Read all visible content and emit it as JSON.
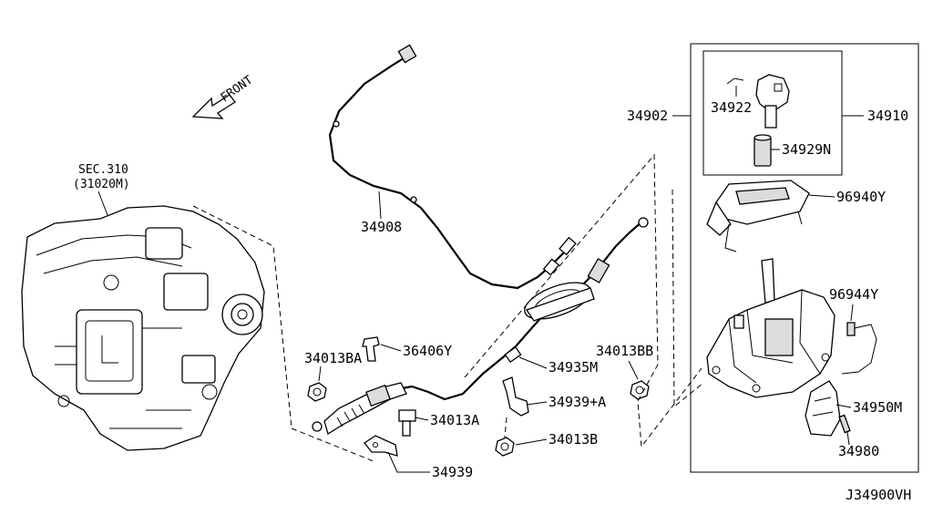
{
  "diagram": {
    "reference_code": "J34900VH",
    "front_label": "FRONT",
    "transmission": {
      "sec_label": "SEC.310",
      "part_label": "(31020M)"
    },
    "labels": {
      "p34908": "34908",
      "p36406Y": "36406Y",
      "p34013BA": "34013BA",
      "p34935M": "34935M",
      "p34013BB": "34013BB",
      "p34939A": "34939+A",
      "p34013A": "34013A",
      "p34013B": "34013B",
      "p34939": "34939",
      "p34902": "34902",
      "p34922": "34922",
      "p34910": "34910",
      "p34929N": "34929N",
      "p96940Y": "96940Y",
      "p96944Y": "96944Y",
      "p34950M": "34950M",
      "p34980": "34980"
    }
  }
}
